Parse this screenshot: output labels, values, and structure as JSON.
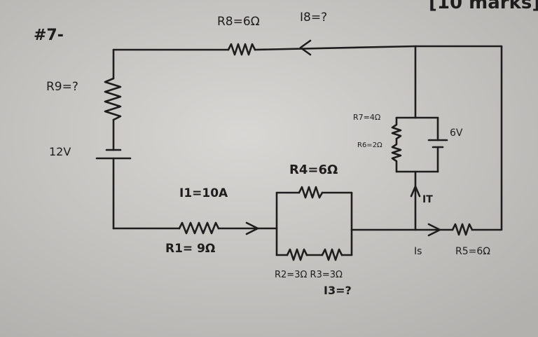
{
  "corner_text": "[10 marks]",
  "problem_label": "#7-",
  "labels": {
    "r8": "R8=6Ω",
    "i8": "I8=?",
    "r9": "R9=?",
    "v12": "12V",
    "r7": "R7=4Ω",
    "r6": "R6=2Ω",
    "v6": "6V",
    "r4": "R4=6Ω",
    "i1": "I1=10A",
    "it": "IT",
    "r1": "R1= 9Ω",
    "is": "Is",
    "r5": "R5=6Ω",
    "r2r3": "R2=3Ω R3=3Ω",
    "i3": "I3=?"
  },
  "colors": {
    "ink": "#1f1c1e",
    "paper": "#c9c7c4"
  }
}
